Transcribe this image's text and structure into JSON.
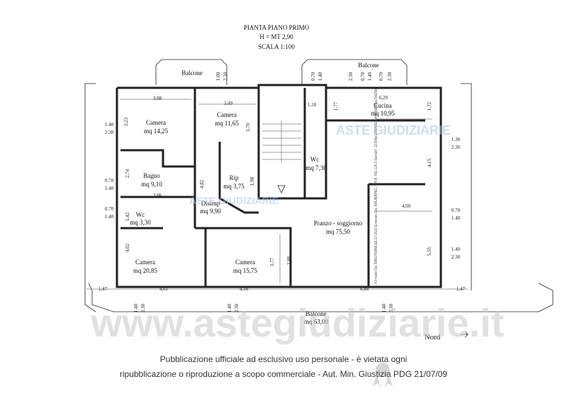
{
  "header": {
    "title": "PIANTA PIANO PRIMO",
    "height": "H = MT 2,90",
    "scale": "SCALA 1:100"
  },
  "rooms": [
    {
      "name": "Camera",
      "area": "mq 14,25"
    },
    {
      "name": "Camera",
      "area": "mq 11,65"
    },
    {
      "name": "Bagno",
      "area": "mq 9,10"
    },
    {
      "name": "Rip",
      "area": "mq 3,75"
    },
    {
      "name": "Disimp",
      "area": "mq 9,90"
    },
    {
      "name": "Wc",
      "area": "mq 3,30"
    },
    {
      "name": "Camera",
      "area": "mq 20,85"
    },
    {
      "name": "Camera",
      "area": "mq 15,75"
    },
    {
      "name": "Wc",
      "area": "mq 7,30"
    },
    {
      "name": "Cucina",
      "area": "mq 10,95"
    },
    {
      "name": "Pranzo - soggiorno",
      "area": "mq 75,50"
    },
    {
      "name": "Balcone",
      "area": "mq 63,00"
    }
  ],
  "balconies": {
    "left": "Balcone",
    "right": "Balcone"
  },
  "dimensions": {
    "d398": "3,98",
    "d349": "3,49",
    "d323": "3,23",
    "d370": "3,70",
    "d274": "2,74",
    "d396": "3,96",
    "d482": "4,82",
    "d198": "1,98",
    "d142": "1,42",
    "d402": "4,02",
    "d461": "4,61",
    "d418": "4,18",
    "d377": "3,77",
    "d388": "3,88",
    "d888": "8,88",
    "d118": "1,18",
    "d177": "1,77",
    "d629": "6,29",
    "d172": "1,72",
    "d415": "4,15",
    "d400": "4,00",
    "d555": "5,55",
    "d147a": "1,47",
    "d147b": "1,47",
    "d140": "1.40",
    "d230": "2.30",
    "d070": "0.70",
    "d100": "1.00",
    "d130": "1.30"
  },
  "north": "Nord",
  "watermark": {
    "brand": "ASTE GIUDIZIARIE",
    "site": "www.astegiudiziarie.it"
  },
  "side_stamp": "Firmato Da: MASTRANGELO UGO Emesso Da: ARUBAPEC S.P.A. NG CA 3 Serial#: 12305e19b0f0028446f6d8e6a78d25e",
  "notice": {
    "line1": "Pubblicazione ufficiale ad esclusivo uso personale - è vietata ogni",
    "line2": "ripubblicazione o riproduzione a scopo commerciale - Aut. Min. Giustizia PDG 21/07/09"
  }
}
